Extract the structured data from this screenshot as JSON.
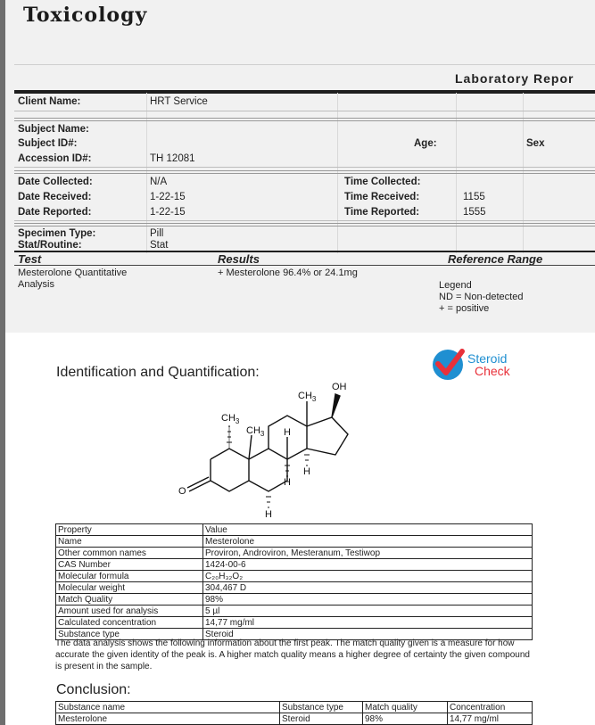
{
  "header": {
    "logo_text": "Toxicology",
    "report_title": "Laboratory Repor"
  },
  "client": {
    "label": "Client Name:",
    "value": "HRT Service"
  },
  "subject": {
    "name_label": "Subject Name:",
    "id_label": "Subject ID#:",
    "accession_label": "Accession ID#:",
    "accession_value": "TH 12081",
    "age_label": "Age:",
    "sex_label": "Sex"
  },
  "dates": {
    "collected_label": "Date Collected:",
    "collected_value": "N/A",
    "received_label": "Date Received:",
    "received_value": "1-22-15",
    "reported_label": "Date Reported:",
    "reported_value": "1-22-15",
    "time_collected_label": "Time Collected:",
    "time_collected_value": "",
    "time_received_label": "Time Received:",
    "time_received_value": "1155",
    "time_reported_label": "Time Reported:",
    "time_reported_value": "1555"
  },
  "specimen": {
    "type_label": "Specimen Type:",
    "type_value": "Pill",
    "stat_label": "Stat/Routine:",
    "stat_value": "Stat"
  },
  "tests": {
    "headers": [
      "Test",
      "Results",
      "Reference Range"
    ],
    "test_name": "Mesterolone Quantitative Analysis",
    "result": "+ Mesterolone 96.4% or 24.1mg",
    "legend_title": "Legend",
    "legend_nd": "ND = Non-detected",
    "legend_pos": "+ = positive"
  },
  "identification": {
    "title": "Identification and Quantification:",
    "brand_top": "Steroid",
    "brand_bottom": "Check",
    "brand_color": "#1f8fd1",
    "check_color": "#e8313a"
  },
  "molecule_labels": {
    "ch3": "CH",
    "sub3": "3",
    "oh": "OH",
    "h": "H",
    "o": "O"
  },
  "properties": [
    [
      "Property",
      "Value"
    ],
    [
      "Name",
      "Mesterolone"
    ],
    [
      "Other common names",
      "Proviron, Androviron, Mesteranum, Testiwop"
    ],
    [
      "CAS Number",
      "1424-00-6"
    ],
    [
      "Molecular formula",
      "C₂₀H₃₂O₂"
    ],
    [
      "Molecular weight",
      "304,467 D"
    ],
    [
      "Match Quality",
      "98%"
    ],
    [
      "Amount used for analysis",
      "5 µl"
    ],
    [
      "Calculated concentration",
      "14,77 mg/ml"
    ],
    [
      "Substance type",
      "Steroid"
    ]
  ],
  "analysis_note": "The data analysis shows the following information about the first peak. The match quality given is a measure for how accurate the given identity of the peak is. A higher match quality means a higher degree of certainty the given compound is present in the sample.",
  "conclusion": {
    "title": "Conclusion:",
    "headers": [
      "Substance name",
      "Substance type",
      "Match quality",
      "Concentration"
    ],
    "row": [
      "Mesterolone",
      "Steroid",
      "98%",
      "14,77 mg/ml"
    ]
  }
}
